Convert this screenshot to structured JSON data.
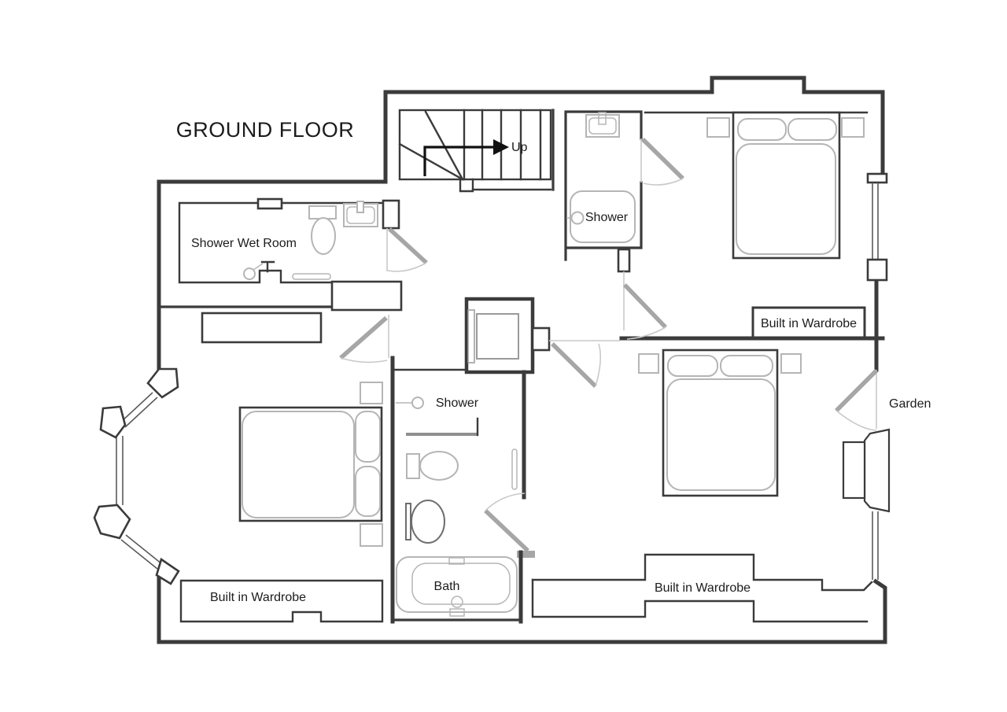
{
  "title": "GROUND FLOOR",
  "labels": {
    "up": "Up",
    "shower_wet_room": "Shower Wet Room",
    "ensuite_shower": "Shower",
    "bathroom_shower": "Shower",
    "bath": "Bath",
    "garden": "Garden",
    "wardrobe_top_right": "Built in Wardrobe",
    "wardrobe_bottom_left": "Built in Wardrobe",
    "wardrobe_bottom_right": "Built in Wardrobe"
  },
  "icons": {
    "up_arrow": "right-arrow"
  },
  "colors": {
    "wall": "#3b3b3b",
    "fixture": "#b5b5b5",
    "door": "#a6a6a6",
    "arc": "#c9c9c9",
    "glass": "#8f8f8f",
    "win": "#5a5a5a",
    "text": "#1c1c1c",
    "background": "#ffffff"
  }
}
